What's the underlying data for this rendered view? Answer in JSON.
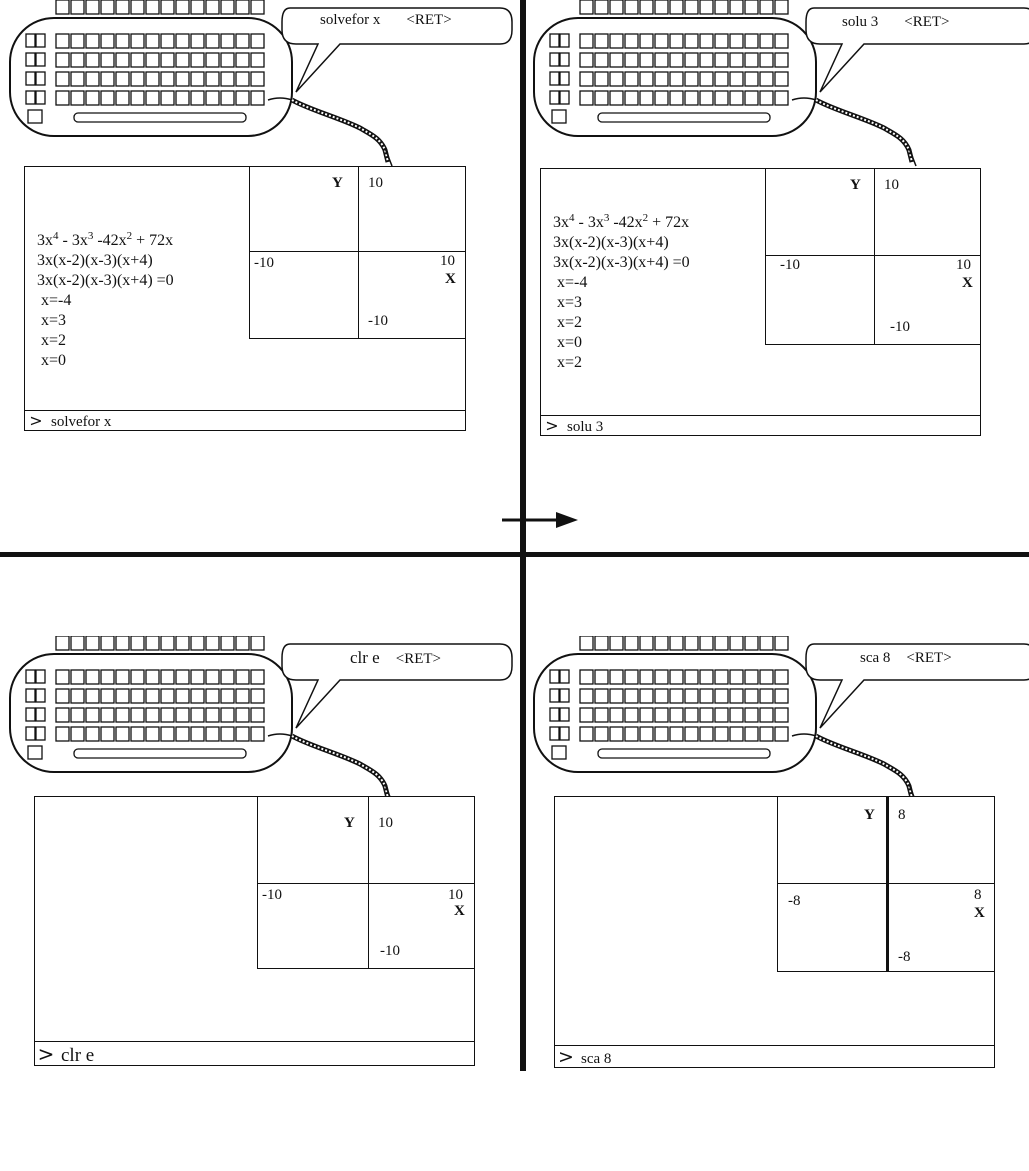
{
  "panels": [
    {
      "id": "top-left",
      "bubble": {
        "command": "solvefor x",
        "key": "<RET>"
      },
      "graph": {
        "y_label": "Y",
        "x_label": "X",
        "y_max": "10",
        "y_min": "-10",
        "x_min": "-10",
        "x_max": "10"
      },
      "equations": [
        "3x",
        "3x(x-2)(x-3)(x+4)",
        "3x(x-2)(x-3)(x+4)  =0",
        "x=-4",
        "x=3",
        "x=2",
        "x=0"
      ],
      "polynomial": {
        "t1": "3x",
        "e1": "4",
        "t2": " - 3x",
        "e2": "3",
        "t3": " -42x",
        "e3": "2",
        "t4": " + 72x"
      },
      "prompt": ">",
      "command_line": "solvefor x"
    },
    {
      "id": "top-right",
      "bubble": {
        "command": "solu 3",
        "key": "<RET>"
      },
      "graph": {
        "y_label": "Y",
        "x_label": "X",
        "y_max": "10",
        "y_min": "-10",
        "x_min": "-10",
        "x_max": "10"
      },
      "equations": [
        "3x(x-2)(x-3)(x+4)",
        "3x(x-2)(x-3)(x+4)  =0",
        "x=-4",
        "x=3",
        "x=2",
        "x=0",
        "x=2"
      ],
      "polynomial": {
        "t1": "3x",
        "e1": "4",
        "t2": " - 3x",
        "e2": "3",
        "t3": " -42x",
        "e3": "2",
        "t4": " + 72x"
      },
      "prompt": ">",
      "command_line": "solu 3"
    },
    {
      "id": "bottom-left",
      "bubble": {
        "command": "clr e",
        "key": "<RET>"
      },
      "graph": {
        "y_label": "Y",
        "x_label": "X",
        "y_max": "10",
        "y_min": "-10",
        "x_min": "-10",
        "x_max": "10"
      },
      "prompt": ">",
      "command_line": "clr e"
    },
    {
      "id": "bottom-right",
      "bubble": {
        "command": "sca 8",
        "key": "<RET>"
      },
      "graph": {
        "y_label": "Y",
        "x_label": "X",
        "y_max": "8",
        "y_min": "-8",
        "x_min": "-8",
        "x_max": "8"
      },
      "prompt": ">",
      "command_line": "sca 8"
    }
  ]
}
